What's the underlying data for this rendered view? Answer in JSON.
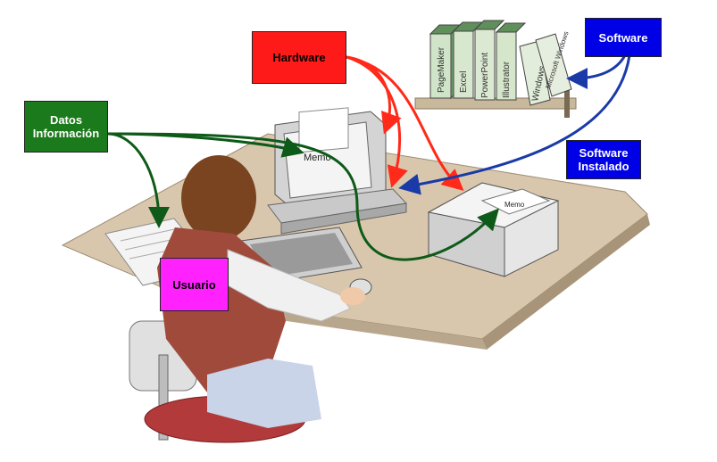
{
  "labels": {
    "hardware": "Hardware",
    "software": "Software",
    "datos_informacion": "Datos\nInformación",
    "software_instalado": "Software\nInstalado",
    "usuario": "Usuario"
  },
  "books": [
    "PageMaker",
    "Excel",
    "PowerPoint",
    "Illustrator",
    "Windows",
    "Microsoft\nWindows"
  ],
  "screen_text": "Memo",
  "printer_text": "Memo",
  "colors": {
    "hardware": "#ff1a1a",
    "software": "#0000e6",
    "datos": "#1b7a1b",
    "usuario": "#ff22ff",
    "desk": "#d9c7ad"
  }
}
